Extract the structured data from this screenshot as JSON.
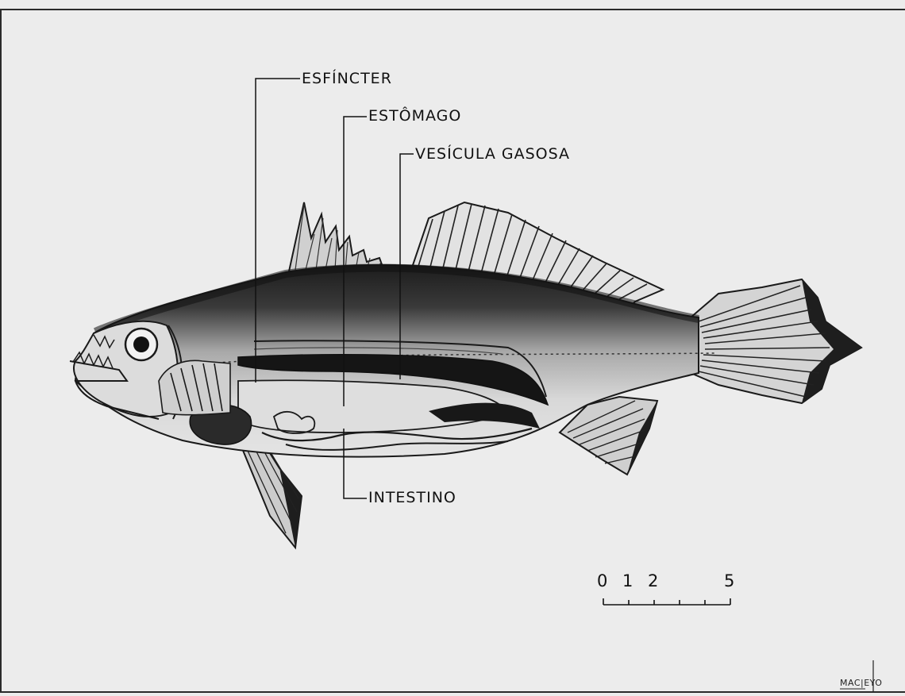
{
  "labels": {
    "esfincter": "ESFÍNCTER",
    "estomago": "ESTÔMAGO",
    "vesicula": "VESÍCULA  GASOSA",
    "intestino": "INTESTINO"
  },
  "scale_bar": {
    "ticks": [
      "0",
      "1",
      "2",
      "5"
    ]
  },
  "signature": "MAC|EYO",
  "colors": {
    "ink": "#111111",
    "paper": "#ececec",
    "body_light": "#cfcfcf",
    "dorsal_dark": "#222222"
  }
}
